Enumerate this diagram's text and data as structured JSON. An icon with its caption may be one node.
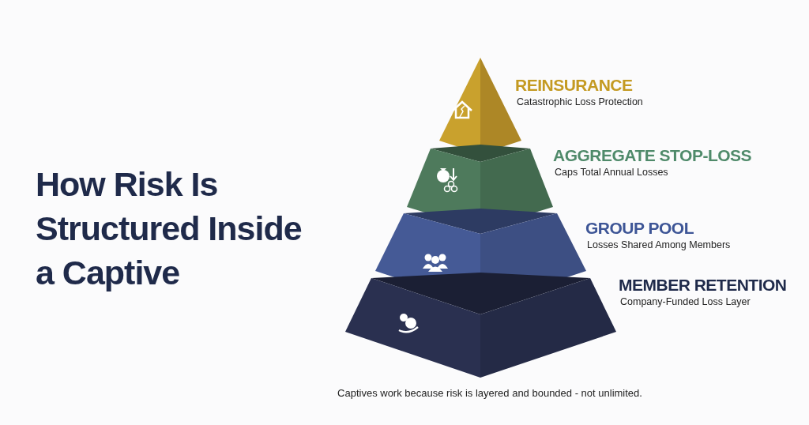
{
  "diagram": {
    "title": "How Risk Is Structured Inside a Captive",
    "caption": "Captives work because risk is layered and bounded - not unlimited.",
    "nodes": [
      {
        "text": [
          "REINSURANCE",
          "Catastrophic Loss Protection"
        ]
      },
      {
        "text": [
          "AGGREGATE STOP-LOSS",
          "Caps Total Annual Losses"
        ]
      },
      {
        "text": [
          "GROUP POOL",
          "Losses Shared Among Members"
        ]
      },
      {
        "text": [
          "MEMBER RETENTION",
          "Company-Funded Loss Layer"
        ]
      }
    ]
  }
}
